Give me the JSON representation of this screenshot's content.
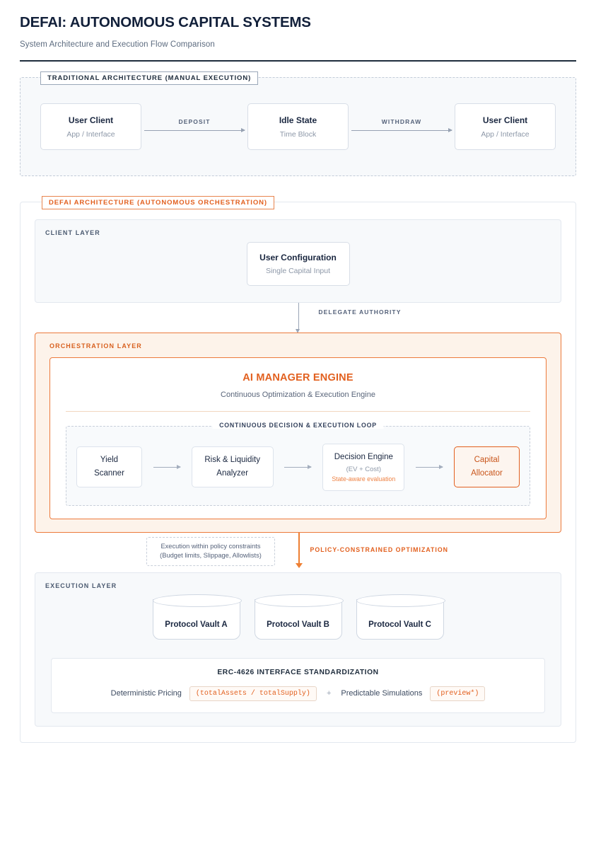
{
  "header": {
    "title": "DEFAI: AUTONOMOUS CAPITAL SYSTEMS",
    "subtitle": "System Architecture and Execution Flow Comparison"
  },
  "traditional": {
    "legend": "TRADITIONAL ARCHITECTURE (MANUAL EXECUTION)",
    "nodes": [
      {
        "title": "User Client",
        "sub": "App / Interface"
      },
      {
        "title": "Idle State",
        "sub": "Time Block"
      },
      {
        "title": "User Client",
        "sub": "App / Interface"
      }
    ],
    "flows": [
      "DEPOSIT",
      "WITHDRAW"
    ]
  },
  "defai": {
    "legend": "DEFAI ARCHITECTURE (AUTONOMOUS ORCHESTRATION)",
    "client_layer": {
      "label": "CLIENT LAYER",
      "node": {
        "title": "User Configuration",
        "sub": "Single Capital Input"
      }
    },
    "delegate_connector": {
      "label": "DELEGATE AUTHORITY"
    },
    "orchestration_layer": {
      "label": "ORCHESTRATION LAYER",
      "engine": {
        "title": "AI MANAGER ENGINE",
        "subtitle": "Continuous Optimization & Execution Engine"
      },
      "loop": {
        "legend": "CONTINUOUS DECISION & EXECUTION LOOP",
        "nodes": [
          {
            "line1": "Yield",
            "line2": "Scanner"
          },
          {
            "line1": "Risk & Liquidity",
            "line2": "Analyzer"
          },
          {
            "line1": "Decision Engine",
            "sub": "(EV + Cost)",
            "note": "State-aware evaluation"
          },
          {
            "line1": "Capital",
            "line2": "Allocator",
            "accent": true
          }
        ]
      }
    },
    "policy": {
      "note_line1": "Execution within policy constraints",
      "note_line2": "(Budget limits, Slippage, Allowlists)",
      "label": "POLICY-CONSTRAINED OPTIMIZATION"
    },
    "execution_layer": {
      "label": "EXECUTION LAYER",
      "vaults": [
        "Protocol Vault A",
        "Protocol Vault B",
        "Protocol Vault C"
      ],
      "erc": {
        "title": "ERC-4626 INTERFACE STANDARDIZATION",
        "left_text": "Deterministic Pricing",
        "left_code": "(totalAssets / totalSupply)",
        "operator": "+",
        "right_text": "Predictable Simulations",
        "right_code": "(preview*)"
      }
    }
  },
  "colors": {
    "accent_orange": "#E2601F",
    "accent_orange_light": "#EE7F33",
    "panel_bg": "#F7F9FB",
    "orch_bg": "#FDF3EA",
    "ink": "#1F2D3D"
  }
}
